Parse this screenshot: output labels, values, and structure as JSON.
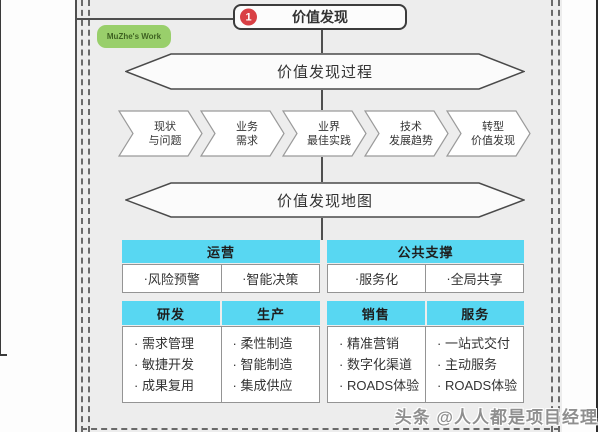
{
  "title": {
    "badge": "1",
    "label": "价值发现"
  },
  "tag_label": "MuZhe's Work",
  "hex_process": "价值发现过程",
  "hex_map": "价值发现地图",
  "steps": [
    [
      "现状",
      "与问题"
    ],
    [
      "业务",
      "需求"
    ],
    [
      "业界",
      "最佳实践"
    ],
    [
      "技术",
      "发展趋势"
    ],
    [
      "转型",
      "价值发现"
    ]
  ],
  "table": {
    "blocks": [
      {
        "header": "运营",
        "cells": [
          "风险预警",
          "智能决策"
        ],
        "sub_headers": [
          "研发",
          "生产"
        ],
        "sub_cells": [
          [
            "需求管理",
            "敏捷开发",
            "成果复用"
          ],
          [
            "柔性制造",
            "智能制造",
            "集成供应"
          ]
        ]
      },
      {
        "header": "公共支撑",
        "cells": [
          "服务化",
          "全局共享"
        ],
        "sub_headers": [
          "销售",
          "服务"
        ],
        "sub_cells": [
          [
            "精准营销",
            "数字化渠道",
            "ROADS体验"
          ],
          [
            "一站式交付",
            "主动服务",
            "ROADS体验"
          ]
        ]
      }
    ]
  },
  "watermark": "头条 @人人都是项目经理",
  "colors": {
    "cyan": "#58d7f2",
    "green": "#99cf6b",
    "red": "#d94045",
    "background": "#ededed"
  }
}
